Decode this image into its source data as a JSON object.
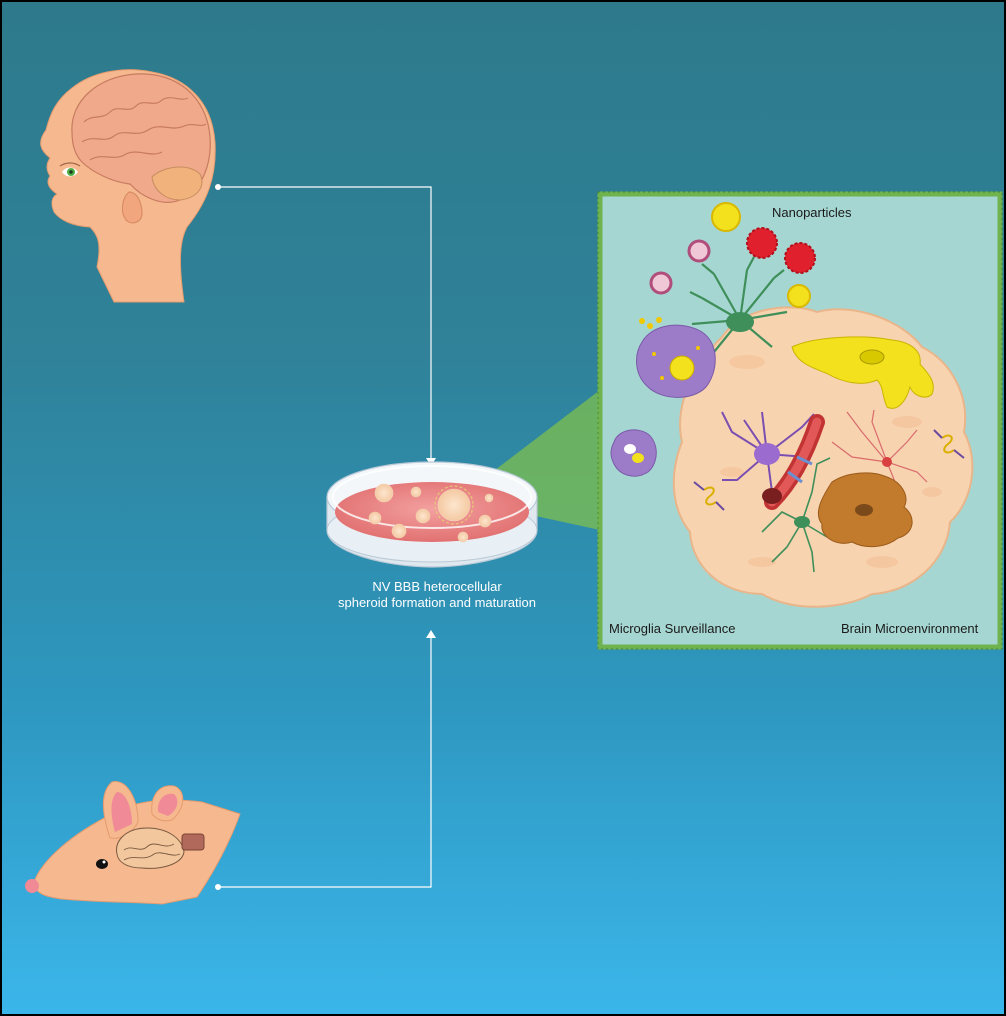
{
  "caption": {
    "line1": "NV BBB heterocellular",
    "line2": "spheroid formation and maturation"
  },
  "inset": {
    "nanoparticles_label": "Nanoparticles",
    "microglia_label": "Microglia Surveillance",
    "brain_label": "Brain Microenvironment"
  },
  "colors": {
    "background_top": "#2e7a8c",
    "background_bottom": "#3bb6ea",
    "inset_fill": "#a6d6d2",
    "inset_border": "#6fb34f",
    "spheroid": "#f8d3b0",
    "dish_medium": "#e57a7a"
  }
}
